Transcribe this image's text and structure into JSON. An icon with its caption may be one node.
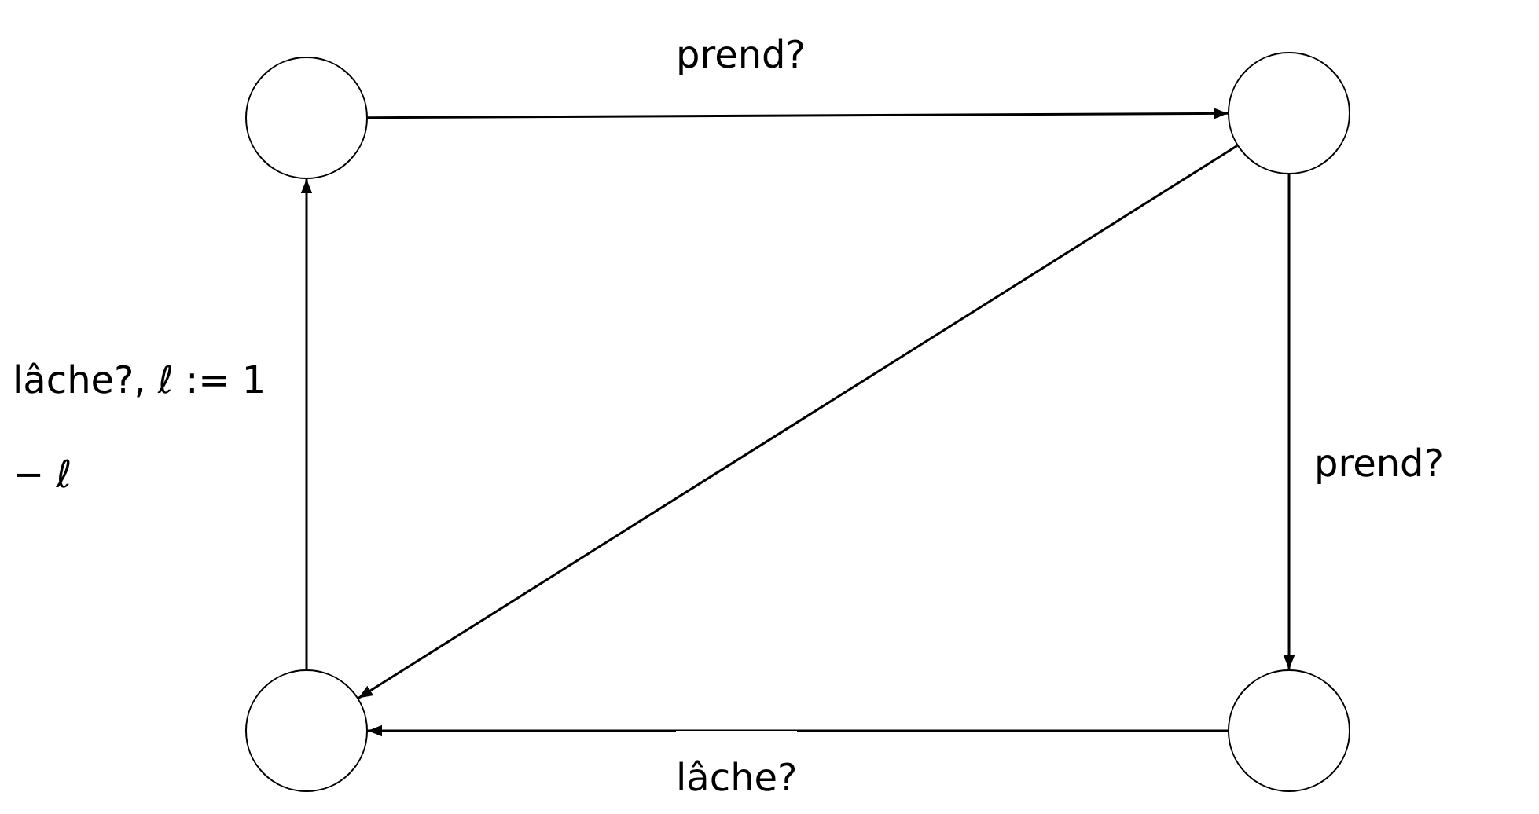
{
  "diagram": {
    "nodes": [
      {
        "text": [],
        "shape": "circle"
      },
      {
        "text": [],
        "shape": "circle"
      },
      {
        "text": [],
        "shape": "circle"
      },
      {
        "text": [],
        "shape": "circle"
      }
    ],
    "edges": [
      {
        "from": 0,
        "to": 1,
        "arrow": "to",
        "label": "prend?"
      },
      {
        "from": 1,
        "to": 3,
        "arrow": "to",
        "label": "prend?"
      },
      {
        "from": 1,
        "to": 2,
        "arrow": "to"
      },
      {
        "from": 3,
        "to": 2,
        "arrow": "to",
        "label": "lâche?"
      },
      {
        "from": 2,
        "to": 0,
        "arrow": "to",
        "label": "lâche?, ℓ := 1 − ℓ"
      }
    ]
  }
}
